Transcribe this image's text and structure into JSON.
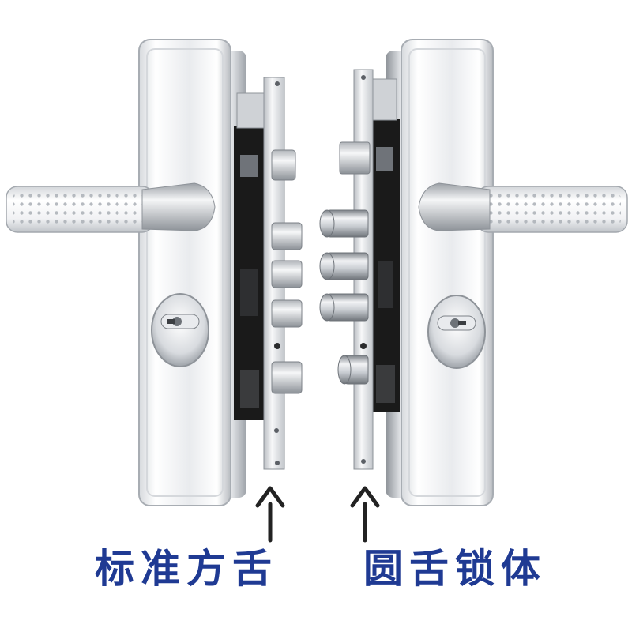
{
  "labels": {
    "left_caption": "标准方舌",
    "right_caption": "圆舌锁体"
  },
  "colors": {
    "caption_text": "#1f3a93",
    "arrow": "#222222",
    "steel_light": "#f4f5f7",
    "steel_mid": "#c9cdd2",
    "steel_dark": "#7c8187",
    "lock_body": "#1a1a1a"
  },
  "icons": {
    "arrow": "up-arrow-icon"
  },
  "product": {
    "left_variant_bolt_shape": "square",
    "left_variant_bolt_count": 4,
    "right_variant_bolt_shape": "round",
    "right_variant_bolt_count": 4
  }
}
